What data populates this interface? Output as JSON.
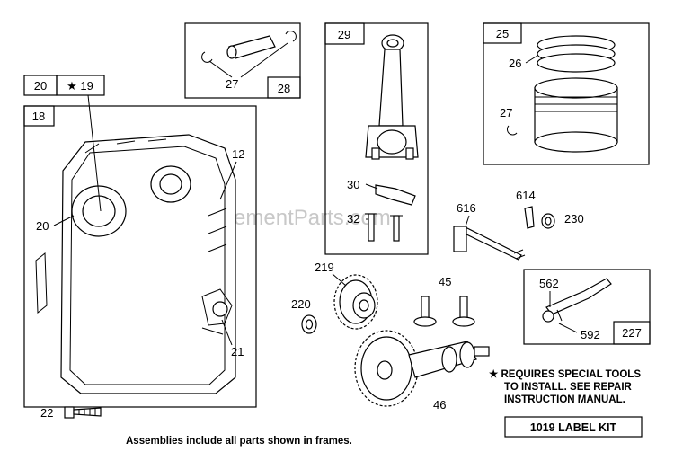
{
  "watermark": "eReplacementParts.com",
  "frames": {
    "f20": "20",
    "f19": "★ 19",
    "f18": "18",
    "f28": "28",
    "f29": "29",
    "f25": "25",
    "f227": "227"
  },
  "callouts": {
    "c12": "12",
    "c20": "20",
    "c21": "21",
    "c22": "22",
    "c27a": "27",
    "c26": "26",
    "c27b": "27",
    "c30": "30",
    "c32": "32",
    "c616": "616",
    "c614": "614",
    "c230": "230",
    "c219": "219",
    "c45": "45",
    "c220": "220",
    "c562": "562",
    "c592": "592",
    "c46": "46"
  },
  "notes": {
    "special_line1": "★ REQUIRES SPECIAL TOOLS",
    "special_line2": "TO INSTALL.  SEE REPAIR",
    "special_line3": "INSTRUCTION MANUAL.",
    "label_kit": "1019 LABEL KIT",
    "assemblies": "Assemblies include all parts shown in frames."
  }
}
